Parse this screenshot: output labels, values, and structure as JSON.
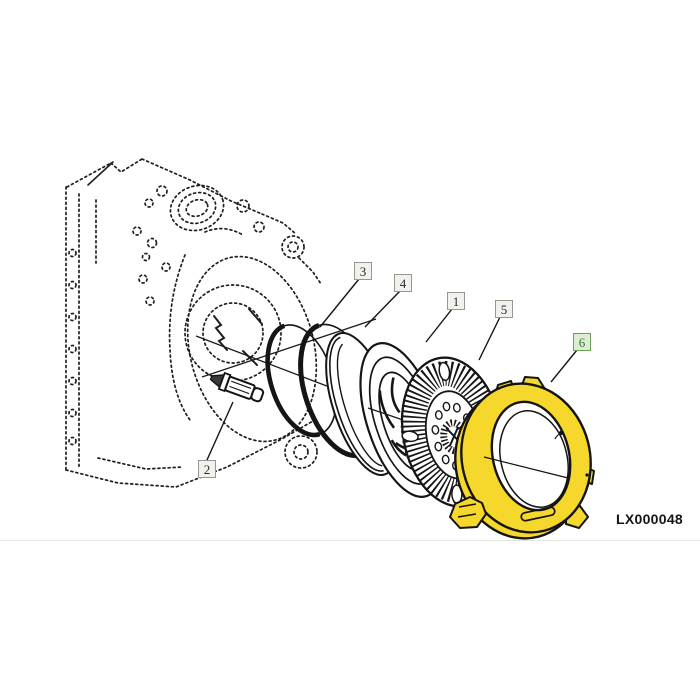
{
  "figure": {
    "code": "LX000048",
    "highlighted_callout": "6"
  },
  "callouts": [
    {
      "label": "1",
      "highlighted": false
    },
    {
      "label": "2",
      "highlighted": false
    },
    {
      "label": "3",
      "highlighted": false
    },
    {
      "label": "4",
      "highlighted": false
    },
    {
      "label": "5",
      "highlighted": false
    },
    {
      "label": "6",
      "highlighted": true
    }
  ],
  "colors": {
    "highlight_part": "#F6D72B",
    "callout_bg": "#F1F1ED",
    "callout_border": "#97978F",
    "callout_highlight_bg": "#DFEBD3",
    "callout_highlight_border": "#68A05C",
    "callout_highlight_text": "#357A33",
    "line_art": "#1A1A1A"
  }
}
